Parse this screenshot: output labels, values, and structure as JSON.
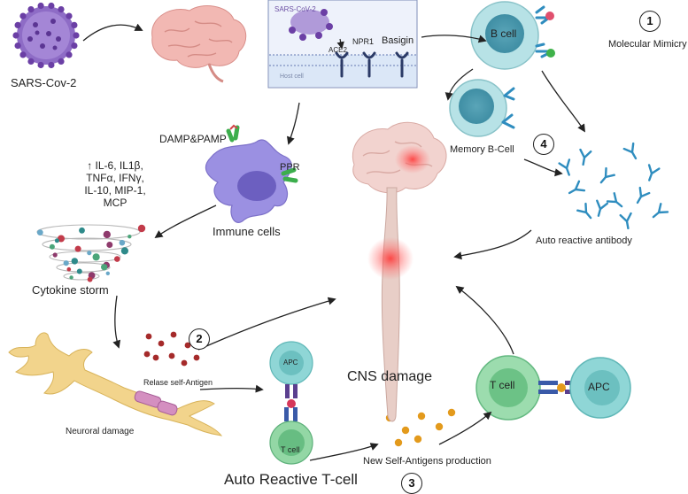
{
  "labels": {
    "sars": "SARS-Cov-2",
    "sars_inset": "SARS-CoV-2",
    "ace2": "ACE2",
    "npr1": "NPR1",
    "basigin": "Basigin",
    "host_cell": "Host cell",
    "b_cell": "B cell",
    "molecular_mimicry": "Molecular Mimicry",
    "memory_b": "Memory B-Cell",
    "auto_antibody": "Auto reactive antibody",
    "damp": "DAMP&PAMP",
    "ppr": "PPR",
    "immune_cells": "Immune cells",
    "cytokines": "↑ IL-6, IL1β,\nTNFα, IFNγ,\nIL-10, MIP-1,\nMCP",
    "cytokine_storm": "Cytokine storm",
    "relase": "Relase self-Antigen",
    "neuronal_damage": "Neuroral damage",
    "apc": "APC",
    "t_cell_small": "T cell",
    "auto_t": "Auto Reactive T-cell",
    "cns": "CNS damage",
    "t_cell_right": "T cell",
    "apc_right": "APC",
    "new_antigens": "New Self-Antigens production"
  },
  "markers": [
    "1",
    "2",
    "3",
    "4"
  ],
  "colors": {
    "virus": "#7b4fb0",
    "brain": "#f1b9b5",
    "b_cell": "#a7d9dd",
    "antibody": "#2f8dbf",
    "immune_cell": "#9a8fe0",
    "t_cell": "#7fc79a",
    "apc": "#6cc6c6",
    "neuron": "#f3d28a",
    "antigen_red": "#a52a2a",
    "antigen_orange": "#e39a1c",
    "spinal": "#e7c9c2",
    "lesion": "#ff4b4b"
  }
}
